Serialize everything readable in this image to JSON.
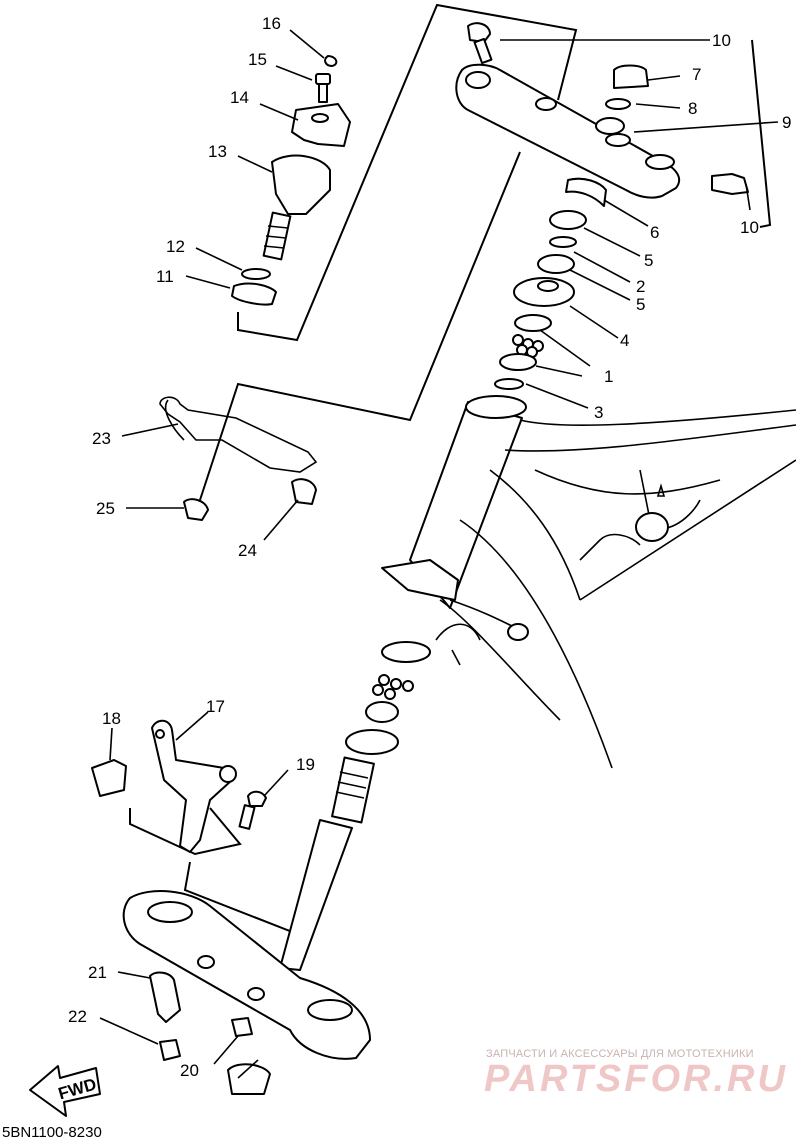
{
  "callouts": [
    {
      "id": "c16",
      "text": "16"
    },
    {
      "id": "c15",
      "text": "15"
    },
    {
      "id": "c14",
      "text": "14"
    },
    {
      "id": "c13",
      "text": "13"
    },
    {
      "id": "c12",
      "text": "12"
    },
    {
      "id": "c11",
      "text": "11"
    },
    {
      "id": "c10a",
      "text": "10"
    },
    {
      "id": "c7",
      "text": "7"
    },
    {
      "id": "c8",
      "text": "8"
    },
    {
      "id": "c9",
      "text": "9"
    },
    {
      "id": "c10b",
      "text": "10"
    },
    {
      "id": "c6",
      "text": "6"
    },
    {
      "id": "c5a",
      "text": "5"
    },
    {
      "id": "c2",
      "text": "2"
    },
    {
      "id": "c5b",
      "text": "5"
    },
    {
      "id": "c4",
      "text": "4"
    },
    {
      "id": "c1",
      "text": "1"
    },
    {
      "id": "c3",
      "text": "3"
    },
    {
      "id": "c23",
      "text": "23"
    },
    {
      "id": "c25",
      "text": "25"
    },
    {
      "id": "c24",
      "text": "24"
    },
    {
      "id": "c18",
      "text": "18"
    },
    {
      "id": "c17",
      "text": "17"
    },
    {
      "id": "c19",
      "text": "19"
    },
    {
      "id": "c21",
      "text": "21"
    },
    {
      "id": "c22",
      "text": "22"
    },
    {
      "id": "c20",
      "text": "20"
    }
  ],
  "fwd_label": "FWD",
  "diagram_code": "5BN1100-8230",
  "watermark": {
    "tagline": "ЗАПЧАСТИ И АКСЕССУАРЫ ДЛЯ МОТОТЕХНИКИ",
    "brand": "PARTSFOR.RU"
  }
}
